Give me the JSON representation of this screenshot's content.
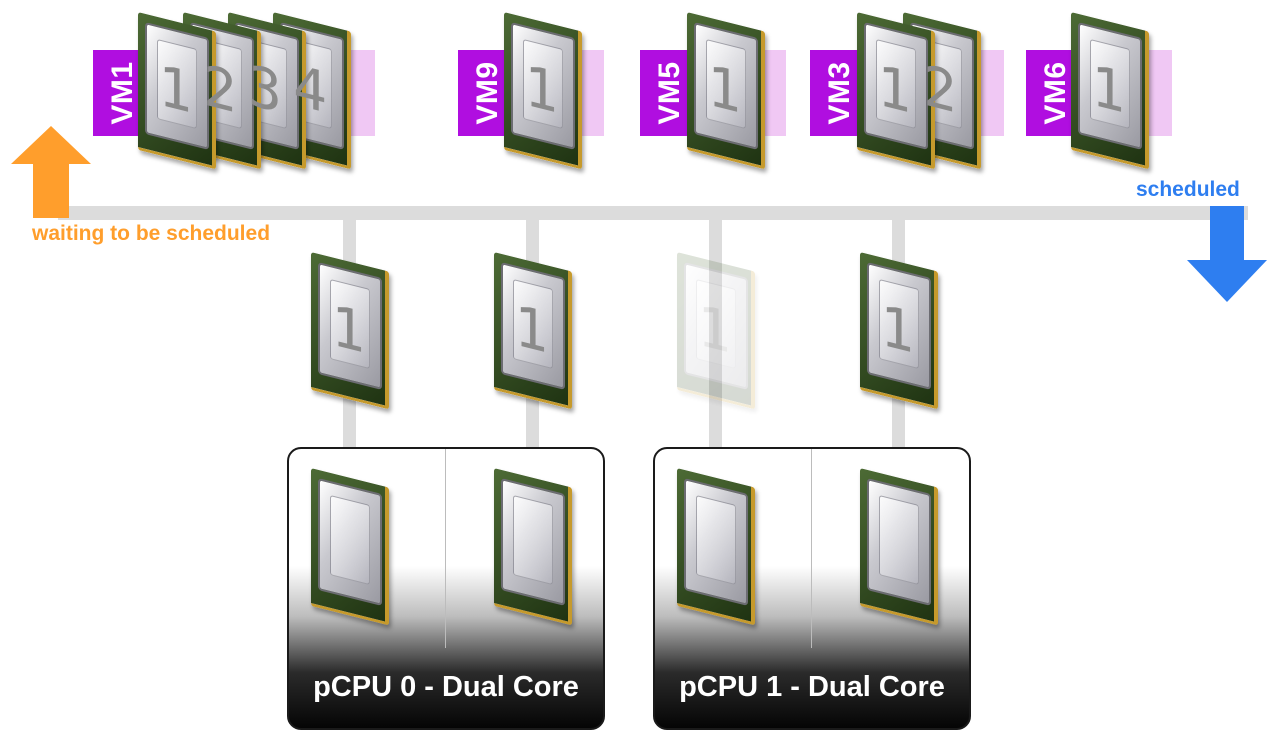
{
  "labels": {
    "waiting": "waiting to be scheduled",
    "scheduled": "scheduled"
  },
  "colors": {
    "vm_tag": "#b00ee0",
    "vm_strip": "#f0c8f4",
    "waiting_arrow": "#ff9e2c",
    "scheduled_arrow": "#2e7ef0",
    "rail": "#dcdcdc"
  },
  "waiting_vms": [
    {
      "name": "VM1",
      "vcpus": [
        "1",
        "2",
        "3",
        "4"
      ]
    },
    {
      "name": "VM9",
      "vcpus": [
        "1"
      ]
    },
    {
      "name": "VM5",
      "vcpus": [
        "1"
      ]
    },
    {
      "name": "VM3",
      "vcpus": [
        "1",
        "2"
      ]
    },
    {
      "name": "VM6",
      "vcpus": [
        "1"
      ]
    }
  ],
  "scheduled_vcpus": [
    {
      "label": "1",
      "faded": false
    },
    {
      "label": "1",
      "faded": false
    },
    {
      "label": "1",
      "faded": true
    },
    {
      "label": "1",
      "faded": false
    }
  ],
  "pcpus": [
    {
      "title": "pCPU 0 - Dual Core"
    },
    {
      "title": "pCPU 1 - Dual Core"
    }
  ],
  "icons": {
    "chip": "cpu-chip-icon",
    "up_arrow": "arrow-up-icon",
    "down_arrow": "arrow-down-icon"
  }
}
